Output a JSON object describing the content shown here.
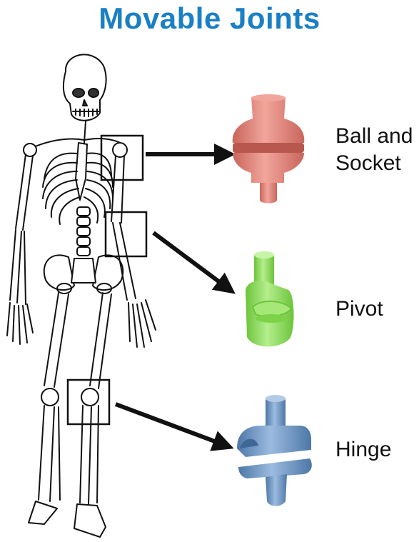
{
  "title": "Movable Joints",
  "colors": {
    "title": "#1a7fc4",
    "ball": "#e07f74",
    "ball_dark": "#c8685e",
    "pivot": "#8fdc5f",
    "pivot_dark": "#6cc43a",
    "hinge": "#7098c4",
    "hinge_dark": "#4d77a6",
    "outline": "#111111"
  },
  "joints": [
    {
      "id": "ball-and-socket",
      "label_line1": "Ball and",
      "label_line2": "Socket",
      "icon": "ball-and-socket-joint-icon"
    },
    {
      "id": "pivot",
      "label": "Pivot",
      "icon": "pivot-joint-icon"
    },
    {
      "id": "hinge",
      "label": "Hinge",
      "icon": "hinge-joint-icon"
    }
  ]
}
